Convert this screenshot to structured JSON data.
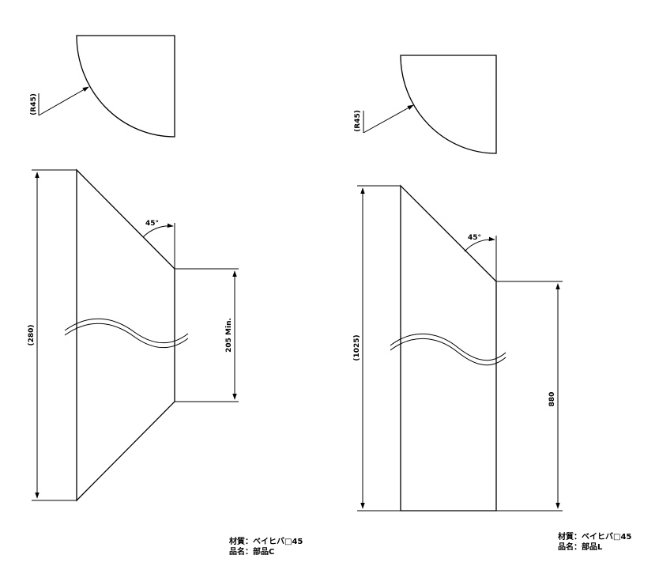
{
  "part_c": {
    "radius_label": "(R45)",
    "angle_label": "45°",
    "height_label": "(280)",
    "min_label": "205 Min.",
    "material": "材質：ベイヒバ□45",
    "name": "品名：部品C"
  },
  "part_l": {
    "radius_label": "(R45)",
    "angle_label": "45°",
    "height_label": "(1025)",
    "lower_label": "880",
    "material": "材質：ベイヒバ□45",
    "name": "品名：部品L"
  }
}
